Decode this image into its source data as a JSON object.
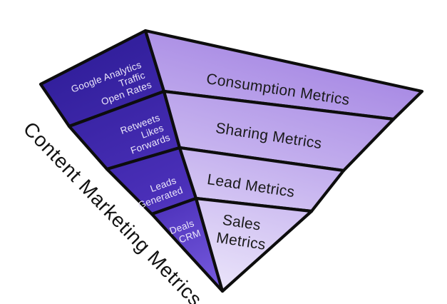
{
  "diagram": {
    "axis_label": "Content Marketing Metrics",
    "bands": [
      {
        "sources": [
          "Google Analytics",
          "Traffic",
          "Open Rates"
        ],
        "metric_lines": [
          "Consumption Metrics"
        ]
      },
      {
        "sources": [
          "Retweets",
          "Likes",
          "Forwards"
        ],
        "metric_lines": [
          "Sharing Metrics"
        ]
      },
      {
        "sources": [
          "Leads",
          "Generated"
        ],
        "metric_lines": [
          "Lead Metrics"
        ]
      },
      {
        "sources": [
          "Deals",
          "CRM"
        ],
        "metric_lines": [
          "Sales",
          "Metrics"
        ]
      }
    ],
    "colors": {
      "dark_face_top": "#33209d",
      "dark_face_mid": "#4a2fb8",
      "dark_face_tip": "#7b5fe2",
      "light_face_top": "#a88ae4",
      "light_face_mid": "#c4b0ee",
      "light_face_tip": "#eae4fa",
      "outline": "#0d0d0d",
      "source_text": "#ebe6fa",
      "metric_text": "#1a1a1a",
      "axis_text": "#121212",
      "background": "#ffffff"
    }
  }
}
